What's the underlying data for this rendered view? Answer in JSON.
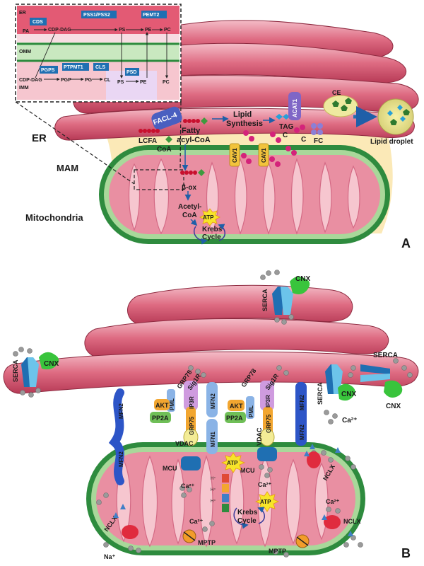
{
  "panel_a": {
    "panel_letter": "A",
    "region_er": "ER",
    "region_mam": "MAM",
    "region_mito": "Mitochondria",
    "lipid_droplet": "Lipid droplet",
    "inset": {
      "er_tag": "ER",
      "omm_tag": "OMM",
      "imm_tag": "IMM",
      "pa": "PA",
      "cds": "CDS",
      "cdp_dag_er": "CDP-DAG",
      "pss": "PSS1/PSS2",
      "ps_er": "PS",
      "pemt2": "PEMT2",
      "pe_er": "PE",
      "pc_er": "PC",
      "pgps": "PGPS",
      "ptpmt1": "PTPMT1",
      "cls": "CLS",
      "cdp_dag_imm": "CDP-DAG",
      "pgp": "PGP",
      "pg": "PG",
      "cl": "CL",
      "psd": "PSD",
      "ps_mito": "PS",
      "pe_mito": "PE",
      "pc_mito": "PC"
    },
    "pathway": {
      "facl4": "FACL-4",
      "lcfa": "LCFA",
      "coa": "CoA",
      "fatty_acyl_coa_1": "Fatty",
      "fatty_acyl_coa_2": "acyl-CoA",
      "lipid_synth_1": "Lipid",
      "lipid_synth_2": "Synthesis",
      "tag": "TAG",
      "c1": "C",
      "c2": "C",
      "fc": "FC",
      "ce": "CE",
      "acat1": "ACAT1",
      "cav1_a": "CAV1",
      "cav1_b": "CAV1",
      "beta_ox": "β-ox",
      "acetyl_1": "Acetyl-",
      "acetyl_2": "CoA",
      "atp": "ATP",
      "krebs_1": "Krebs",
      "krebs_2": "Cycle"
    }
  },
  "panel_b": {
    "panel_letter": "B",
    "serca_top": "SERCA",
    "cnx_top": "CNX",
    "serca_left": "SERCA",
    "cnx_left": "CNX",
    "serca_right1": "SERCA",
    "cnx_right1": "CNX",
    "serca_right2": "SERCA",
    "cnx_right2": "CNX",
    "grp78_a": "GRP78",
    "sig1r_a": "Sig1R",
    "grp78_b": "GRP78",
    "sig1r_b": "Sig1R",
    "ip3r_a": "IP3R",
    "ip3r_b": "IP3R",
    "grp75_a": "GRP75",
    "grp75_b": "GRP75",
    "pml_a": "PML",
    "pml_b": "PML",
    "akt_a": "AKT",
    "pp2a_a": "PP2A",
    "akt_b": "AKT",
    "pp2a_b": "PP2A",
    "mfn2_a": "MFN2",
    "mfn2_b": "MFN2",
    "mfn2_c": "MFN2",
    "mfn2_d": "MFN2",
    "mfn1": "MFN1",
    "mfn2_e": "MFN2",
    "vdac_a": "VDAC",
    "vdac_b": "VDAC",
    "mcu_a": "MCU",
    "mcu_b": "MCU",
    "ca_1": "Ca²⁺",
    "ca_2": "Ca²⁺",
    "ca_3": "Ca²⁺",
    "ca_4": "Ca²⁺",
    "ca_5": "Ca²⁺",
    "atp_1": "ATP",
    "atp_2": "ATP",
    "krebs_1": "Krebs",
    "krebs_2": "Cycle",
    "nclx_1": "NCLX",
    "nclx_2": "NCLX",
    "nclx_3": "NCLX",
    "mptp_1": "MPTP",
    "mptp_2": "MPTP",
    "na": "Na⁺"
  },
  "colors": {
    "er_fill": "#d9546e",
    "er_light": "#f2b9c4",
    "mam_fill": "#fbe9b7",
    "mito_outer": "#2e8b3e",
    "mito_inter": "#a9d89a",
    "mito_matrix": "#f6c6cf",
    "label_box": "#1f6fb2",
    "dot_red": "#c8102e",
    "dot_magenta": "#d4237a",
    "ca_gray": "#9a9a9a"
  }
}
